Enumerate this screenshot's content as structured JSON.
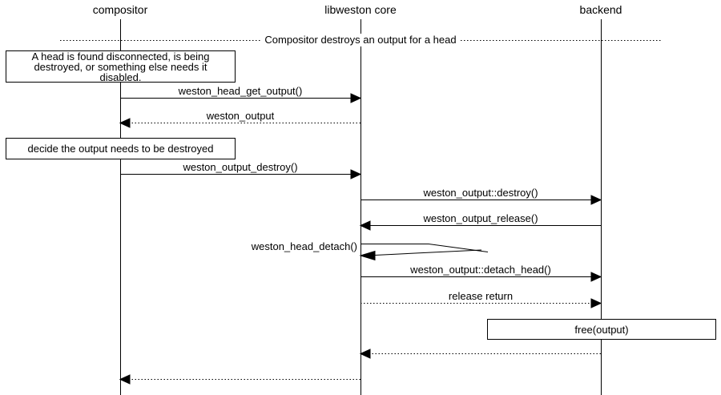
{
  "colors": {
    "background": "#ffffff",
    "line": "#000000",
    "text": "#000000"
  },
  "title": "Compositor destroys an output for a head",
  "actors": [
    {
      "name": "compositor"
    },
    {
      "name": "libweston core"
    },
    {
      "name": "backend"
    }
  ],
  "notes": [
    {
      "text": "A head is found disconnected, is being destroyed, or something else needs it disabled.",
      "over": "compositor"
    },
    {
      "text": "decide the output needs to be destroyed",
      "over": "compositor"
    },
    {
      "text": "free(output)",
      "over": "backend"
    }
  ],
  "messages": [
    {
      "label": "weston_head_get_output()",
      "from": "compositor",
      "to": "libweston core",
      "line": "solid"
    },
    {
      "label": "weston_output",
      "from": "libweston core",
      "to": "compositor",
      "line": "dotted"
    },
    {
      "label": "weston_output_destroy()",
      "from": "compositor",
      "to": "libweston core",
      "line": "solid"
    },
    {
      "label": "weston_output::destroy()",
      "from": "libweston core",
      "to": "backend",
      "line": "solid"
    },
    {
      "label": "weston_output_release()",
      "from": "backend",
      "to": "libweston core",
      "line": "solid"
    },
    {
      "label": "weston_head_detach()",
      "from": "libweston core",
      "to": "libweston core",
      "line": "solid"
    },
    {
      "label": "weston_output::detach_head()",
      "from": "libweston core",
      "to": "backend",
      "line": "solid"
    },
    {
      "label": "release return",
      "from": "libweston core",
      "to": "backend",
      "line": "dotted"
    },
    {
      "label": "",
      "from": "backend",
      "to": "libweston core",
      "line": "dotted"
    },
    {
      "label": "",
      "from": "libweston core",
      "to": "compositor",
      "line": "dotted"
    }
  ]
}
